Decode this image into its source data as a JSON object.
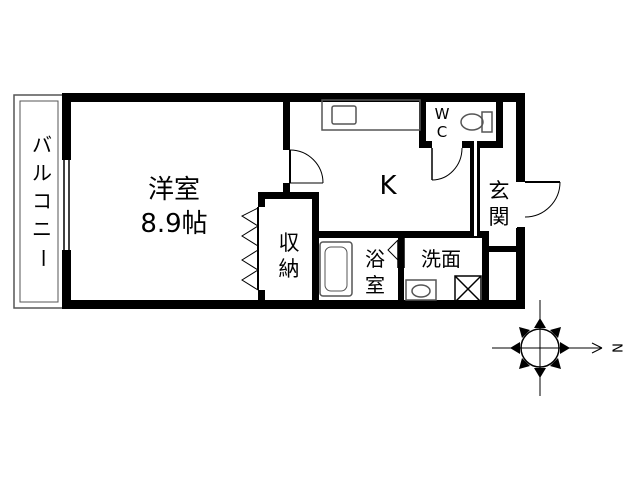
{
  "rooms": {
    "western_room": {
      "name": "洋室",
      "size": "8.9帖"
    },
    "balcony": {
      "chars": [
        "バ",
        "ル",
        "コ",
        "ニ",
        "ー"
      ]
    },
    "kitchen": {
      "name": "K"
    },
    "wc": {
      "line1": "W",
      "line2": "C"
    },
    "entrance": {
      "line1": "玄",
      "line2": "関"
    },
    "storage": {
      "line1": "収",
      "line2": "納"
    },
    "bath": {
      "line1": "浴",
      "line2": "室"
    },
    "washroom": {
      "name": "洗面"
    }
  },
  "compass": {
    "north_label": "N"
  },
  "colors": {
    "wall": "#000000",
    "fixture": "#555555",
    "background": "#ffffff"
  }
}
